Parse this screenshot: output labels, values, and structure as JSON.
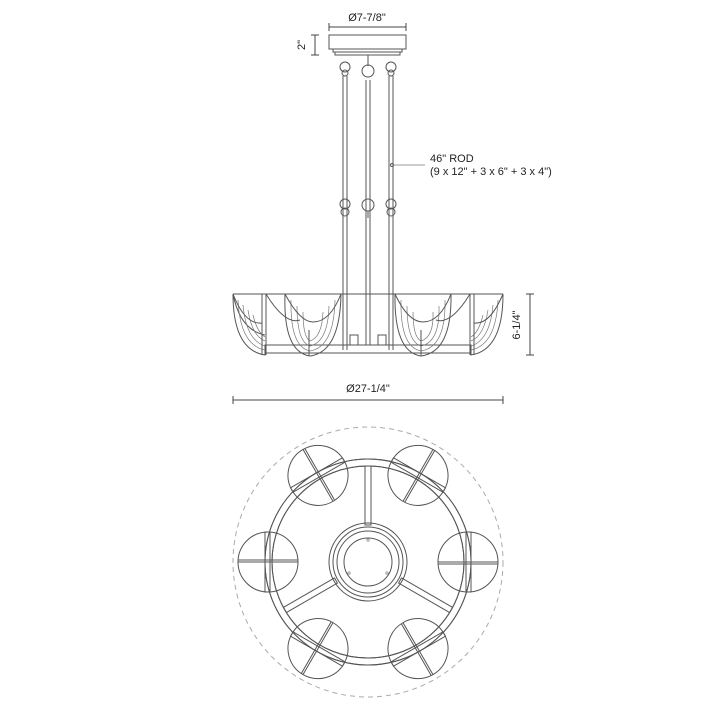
{
  "drawing": {
    "title": "Chandelier dimension drawing",
    "views": [
      "side-elevation",
      "top-plan"
    ],
    "line_color": "#555555",
    "dashed_outline_color": "#aaaaaa"
  },
  "dimensions": {
    "canopy_diameter": "Ø7-7/8\"",
    "canopy_height": "2\"",
    "rod_label": "46\" ROD",
    "rod_breakdown": "(9 x 12\" + 3 x 6\" + 3 x 4\")",
    "fixture_height": "6-1/4\"",
    "fixture_diameter": "Ø27-1/4\""
  },
  "top_view": {
    "shade_count": 6,
    "arm_count": 3
  }
}
